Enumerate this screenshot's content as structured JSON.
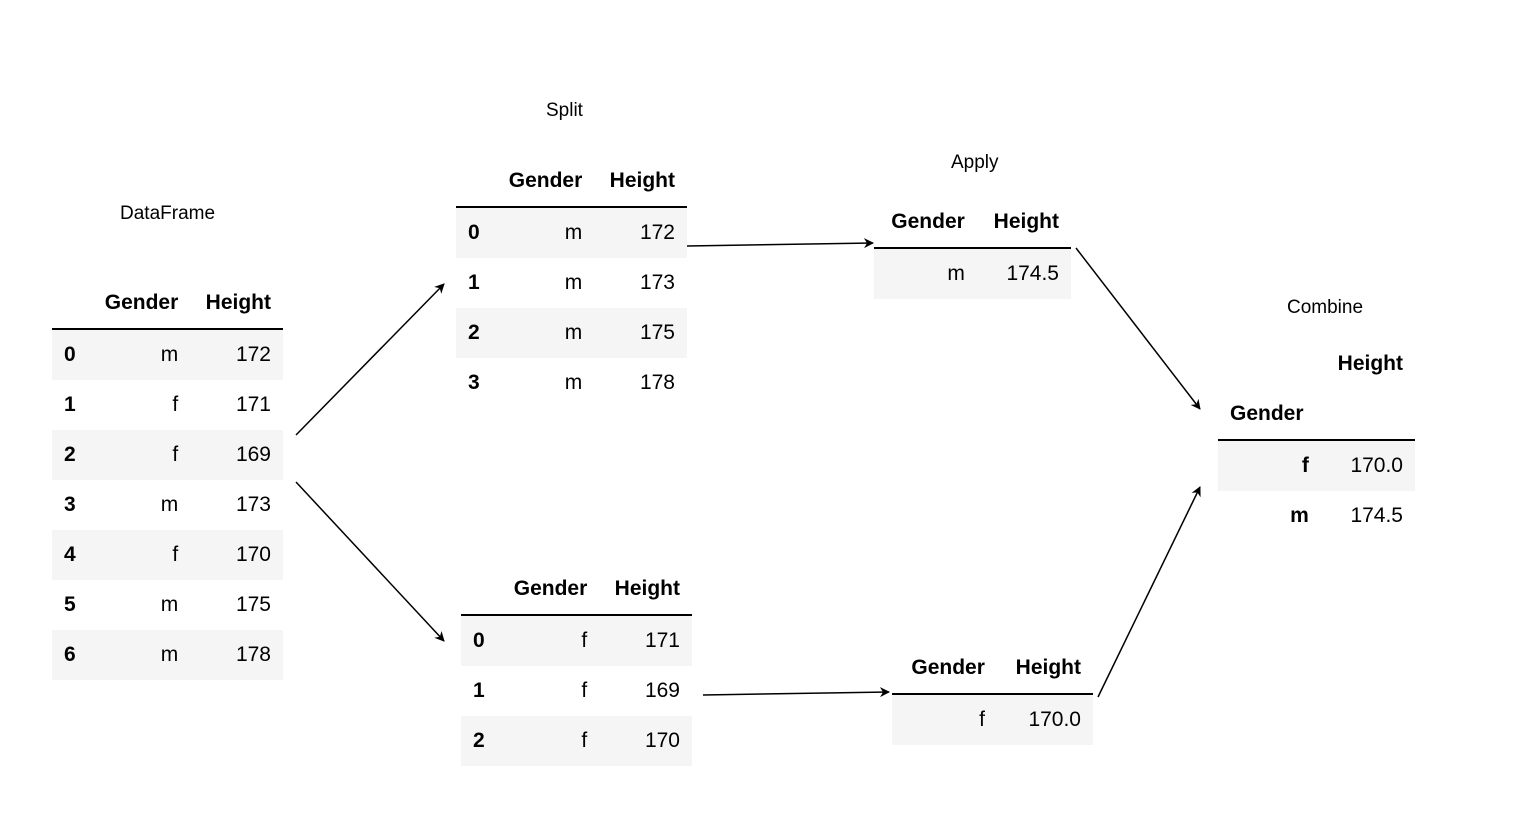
{
  "labels": {
    "dataframe": "DataFrame",
    "split": "Split",
    "apply": "Apply",
    "combine": "Combine"
  },
  "dataframe": {
    "columns": [
      "Gender",
      "Height"
    ],
    "rows": [
      {
        "index": "0",
        "gender": "m",
        "height": "172"
      },
      {
        "index": "1",
        "gender": "f",
        "height": "171"
      },
      {
        "index": "2",
        "gender": "f",
        "height": "169"
      },
      {
        "index": "3",
        "gender": "m",
        "height": "173"
      },
      {
        "index": "4",
        "gender": "f",
        "height": "170"
      },
      {
        "index": "5",
        "gender": "m",
        "height": "175"
      },
      {
        "index": "6",
        "gender": "m",
        "height": "178"
      }
    ]
  },
  "split_m": {
    "columns": [
      "Gender",
      "Height"
    ],
    "rows": [
      {
        "index": "0",
        "gender": "m",
        "height": "172"
      },
      {
        "index": "1",
        "gender": "m",
        "height": "173"
      },
      {
        "index": "2",
        "gender": "m",
        "height": "175"
      },
      {
        "index": "3",
        "gender": "m",
        "height": "178"
      }
    ]
  },
  "split_f": {
    "columns": [
      "Gender",
      "Height"
    ],
    "rows": [
      {
        "index": "0",
        "gender": "f",
        "height": "171"
      },
      {
        "index": "1",
        "gender": "f",
        "height": "169"
      },
      {
        "index": "2",
        "gender": "f",
        "height": "170"
      }
    ]
  },
  "apply_m": {
    "columns": [
      "Gender",
      "Height"
    ],
    "rows": [
      {
        "gender": "m",
        "height": "174.5"
      }
    ]
  },
  "apply_f": {
    "columns": [
      "Gender",
      "Height"
    ],
    "rows": [
      {
        "gender": "f",
        "height": "170.0"
      }
    ]
  },
  "combine": {
    "column": "Height",
    "index_name": "Gender",
    "rows": [
      {
        "index": "f",
        "height": "170.0"
      },
      {
        "index": "m",
        "height": "174.5"
      }
    ]
  }
}
